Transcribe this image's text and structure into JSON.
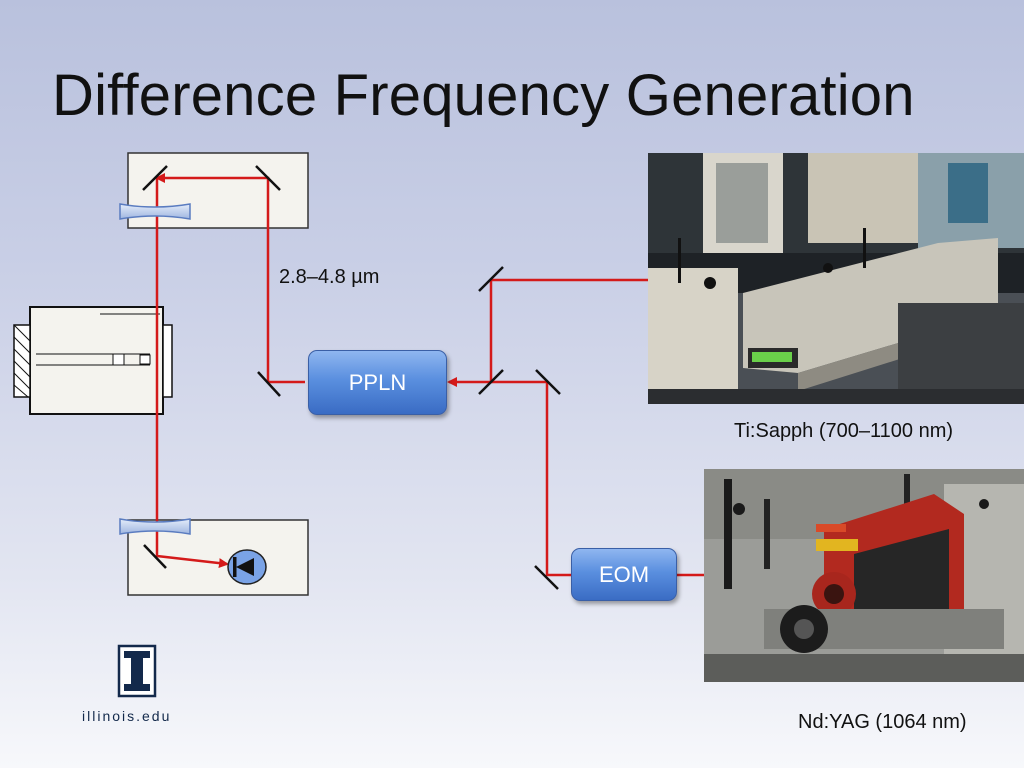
{
  "slide": {
    "title": "Difference Frequency Generation",
    "wavelength_label": "2.8–4.8 µm",
    "ppln_label": "PPLN",
    "eom_label": "EOM",
    "tisapph_caption": "Ti:Sapph (700–1100 nm)",
    "ndyag_caption": "Nd:YAG (1064 nm)",
    "logo_text": "illinois.edu"
  },
  "colors": {
    "beam": "#d41a1a",
    "component_blue": "#4a7fd4",
    "box_fill": "#f4f3ee",
    "illinois_blue": "#13294b",
    "illinois_orange": "#e84a27"
  },
  "icons": {
    "detector": "photodiode-icon",
    "logo": "illinois-block-i-icon"
  }
}
